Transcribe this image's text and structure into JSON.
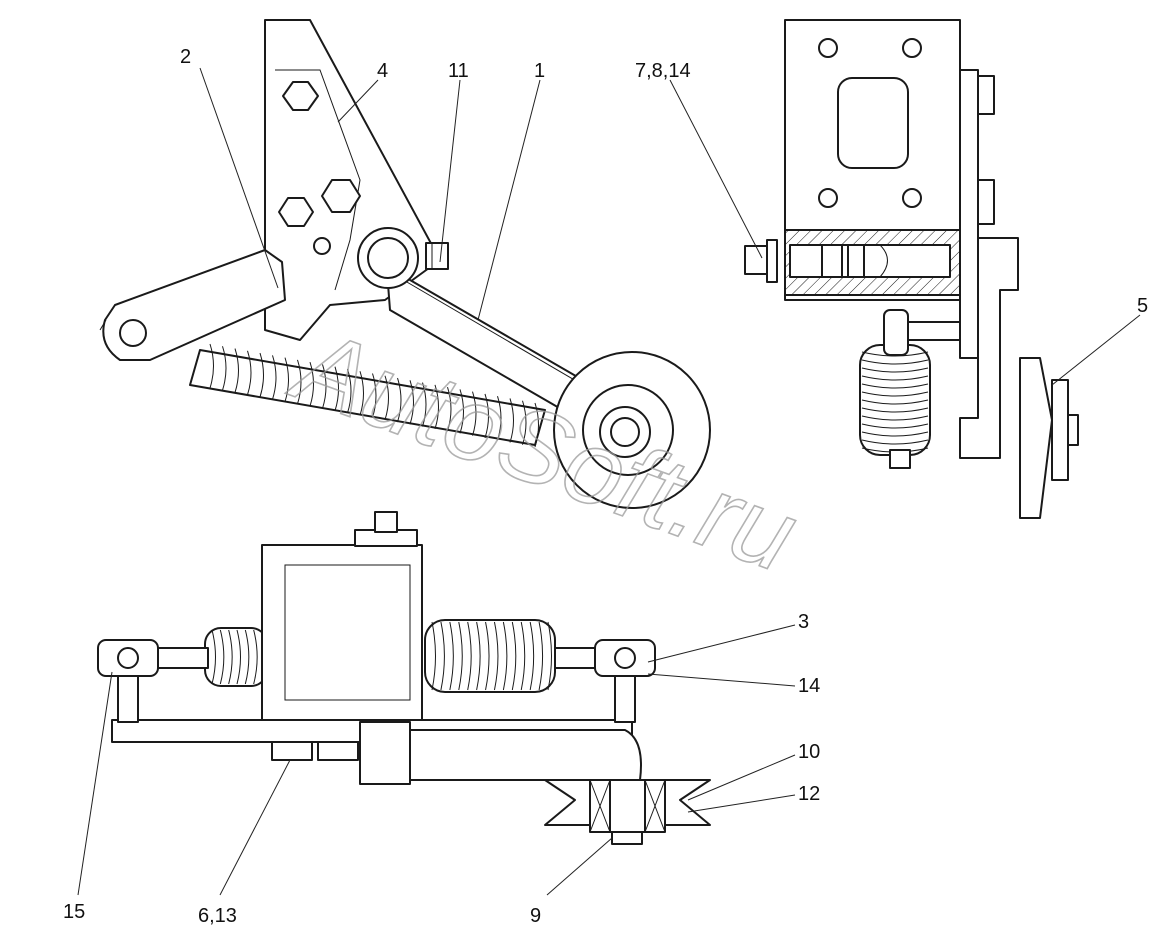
{
  "callouts": {
    "c1": "1",
    "c2": "2",
    "c3": "3",
    "c4": "4",
    "c5": "5",
    "c6_13": "6,13",
    "c7_8_14": "7,8,14",
    "c9": "9",
    "c10": "10",
    "c11": "11",
    "c12": "12",
    "c14": "14",
    "c15": "15"
  },
  "watermark": "AutoSoft.ru",
  "colors": {
    "line": "#1a1a1a",
    "background": "#ffffff",
    "watermark": "#9a9a9a"
  }
}
